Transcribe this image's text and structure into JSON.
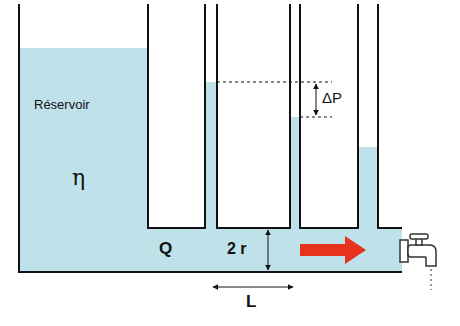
{
  "diagram": {
    "nodes": [
      {
        "text": [
          "Réservoir",
          "η"
        ]
      }
    ],
    "labels": [
      "Q",
      "2 r",
      "L",
      "ΔP"
    ]
  }
}
